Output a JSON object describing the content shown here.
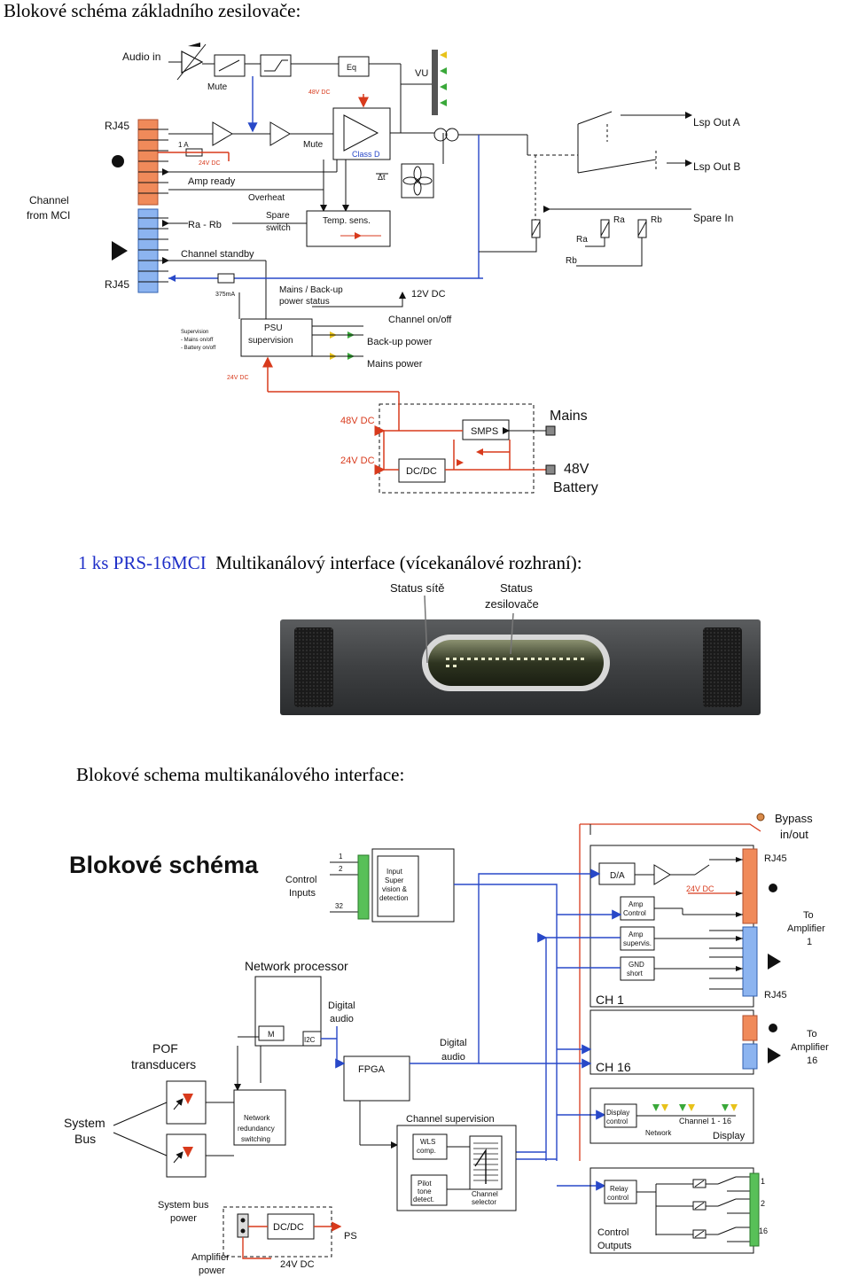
{
  "headings": {
    "amp_title": "Blokové schéma základního zesilovače:",
    "mci_prefix": "1 ks PRS-16MCI",
    "mci_rest": "Multikanálový interface (vícekanálové rozhraní):",
    "mci_block_title": "Blokové schema multikanálového interface:"
  },
  "amplifier_diagram": {
    "audio_in": "Audio in",
    "mute1": "Mute",
    "mute2": "Mute",
    "eq": "Eq",
    "v48dc": "48V DC",
    "vu": "VU",
    "class_d": "Class D",
    "rj45_top": "RJ45",
    "rj45_bottom": "RJ45",
    "channel_from_mci_1": "Channel",
    "channel_from_mci_2": "from MCI",
    "fuse": "1 A",
    "v24dc_a": "24V DC",
    "amp_ready": "Amp ready",
    "overheat": "Overheat",
    "spare_switch_1": "Spare",
    "spare_switch_2": "switch",
    "temp_sens": "Temp. sens.",
    "ra_rb": "Ra - Rb",
    "channel_standby": "Channel standby",
    "ma375": "375mA",
    "mains_backup_1": "Mains / Back-up",
    "mains_backup_2": "power status",
    "v12dc": "12V DC",
    "channel_onoff": "Channel on/off",
    "psu_1": "PSU",
    "psu_2": "supervision",
    "supervision_1": "Supervision",
    "supervision_2": "- Mains  on/off",
    "supervision_3": "- Battery  on/off",
    "backup_power": "Back-up power",
    "mains_power": "Mains power",
    "v24dc_b": "24V DC",
    "lsp_out_a": "Lsp Out A",
    "lsp_out_b": "Lsp Out B",
    "spare_in": "Spare In",
    "ra1": "Ra",
    "rb1": "Rb",
    "ra2": "Ra",
    "rb2": "Rb",
    "v48dc_b": "48V DC",
    "v24dc_c": "24V DC",
    "smps": "SMPS",
    "dcdc": "DC/DC",
    "mains": "Mains",
    "battery_1": "48V",
    "battery_2": "Battery"
  },
  "photo_labels": {
    "network_status": "Status sítě",
    "amp_status_1": "Status",
    "amp_status_2": "zesilovače"
  },
  "mci_diagram": {
    "title": "Blokové schéma",
    "control_inputs_1": "Control",
    "control_inputs_2": "Inputs",
    "in1": "1",
    "in2": "2",
    "in32": "32",
    "input_sup_1": "Input",
    "input_sup_2": "Super",
    "input_sup_3": "vision &",
    "input_sup_4": "detection",
    "bypass_1": "Bypass",
    "bypass_2": "in/out",
    "rj45_a": "RJ45",
    "rj45_b": "RJ45",
    "da": "D/A",
    "v24dc": "24V DC",
    "amp_control_1": "Amp",
    "amp_control_2": "Control",
    "amp_supervis_1": "Amp",
    "amp_supervis_2": "supervis.",
    "gnd_short_1": "GND",
    "gnd_short_2": "short",
    "to_amp1_1": "To",
    "to_amp1_2": "Amplifier",
    "to_amp1_3": "1",
    "to_amp16_1": "To",
    "to_amp16_2": "Amplifier",
    "to_amp16_3": "16",
    "ch1": "CH 1",
    "ch16": "CH 16",
    "network_processor": "Network processor",
    "m": "M",
    "i2c": "I2C",
    "digital_audio1_1": "Digital",
    "digital_audio1_2": "audio",
    "digital_audio2_1": "Digital",
    "digital_audio2_2": "audio",
    "fpga": "FPGA",
    "pof_1": "POF",
    "pof_2": "transducers",
    "system_bus_1": "System",
    "system_bus_2": "Bus",
    "net_red_1": "Network",
    "net_red_2": "redundancy",
    "net_red_3": "switching",
    "channel_supervision": "Channel supervision",
    "wls_1": "WLS",
    "wls_2": "comp.",
    "pilot_1": "Pilot",
    "pilot_2": "tone",
    "pilot_3": "detect.",
    "chsel_1": "Channel",
    "chsel_2": "selector",
    "display_control_1": "Display",
    "display_control_2": "control",
    "network_led": "Network",
    "channel_1_16": "Channel 1 - 16",
    "display": "Display",
    "system_bus_power_1": "System bus",
    "system_bus_power_2": "power",
    "dcdc": "DC/DC",
    "ps": "PS",
    "amp_power_1": "Amplifier",
    "amp_power_2": "power",
    "v24dc_b": "24V DC",
    "relay_control_1": "Relay",
    "relay_control_2": "control",
    "control_outputs_1": "Control",
    "control_outputs_2": "Outputs",
    "out1": "1",
    "out2": "2",
    "out16": "16"
  },
  "colors": {
    "power_red": "#d83a1c",
    "signal_blue": "#2848c8",
    "rj45_orange": "#f08a5a",
    "rj45_blue": "#8cb4f0",
    "led_green": "#3aa83a",
    "led_yellow": "#e8c21a",
    "connector_green": "#58c058"
  }
}
